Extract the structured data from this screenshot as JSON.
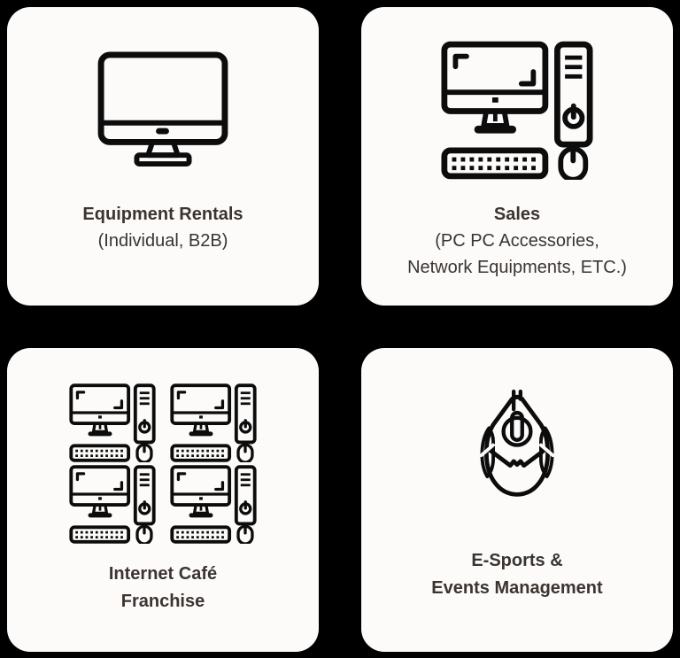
{
  "colors": {
    "page_background": "#000000",
    "card_background": "#fcfbfa",
    "text": "#3b3430",
    "icon": "#0c0c0c"
  },
  "cards": [
    {
      "name": "equipment-rentals",
      "icon": "desktop-monitor-icon",
      "title": "Equipment Rentals",
      "subtitle": "(Individual, B2B)"
    },
    {
      "name": "sales",
      "icon": "desktop-pc-setup-icon",
      "title": "Sales",
      "subtitle_line1": "(PC PC Accessories,",
      "subtitle_line2": "Network Equipments, ETC.)"
    },
    {
      "name": "internet-cafe-franchise",
      "icon": "computer-stations-grid-icon",
      "title_line1": "Internet Café",
      "title_line2": "Franchise"
    },
    {
      "name": "esports-events-management",
      "icon": "gaming-mouse-icon",
      "title_line1": "E-Sports &",
      "title_line2": "Events Management"
    }
  ]
}
